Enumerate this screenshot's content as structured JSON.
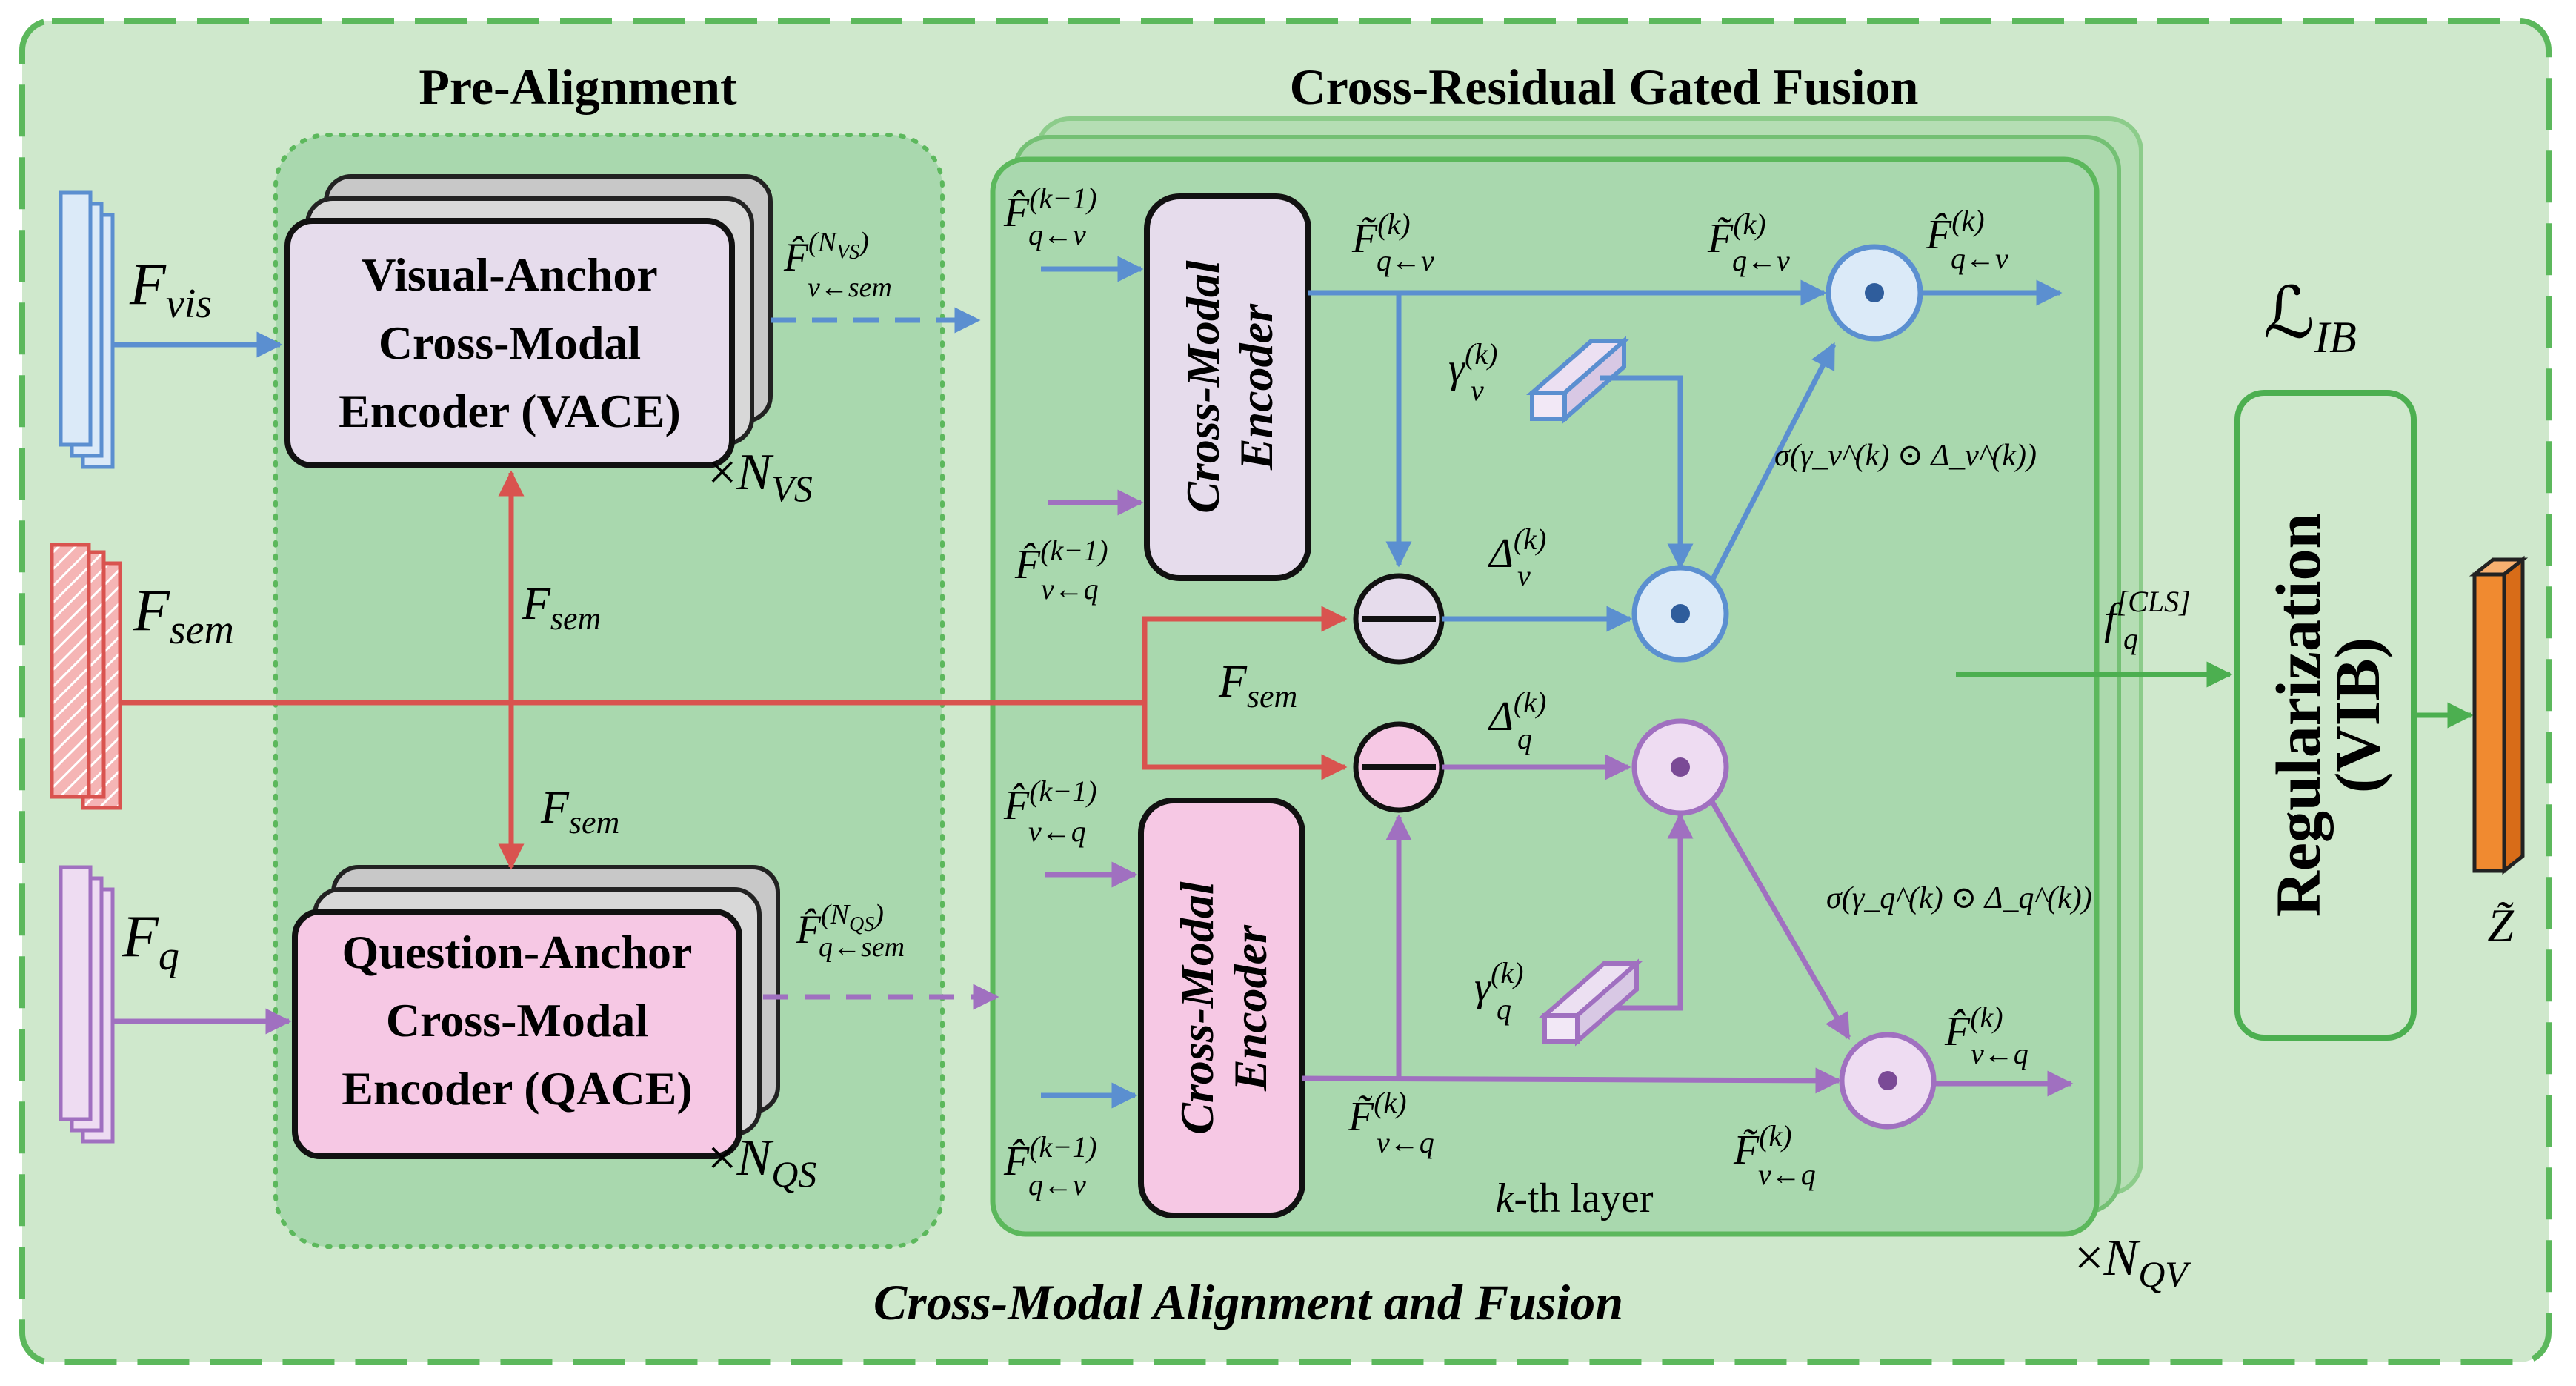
{
  "diagram": {
    "bottom_title": "Cross-Modal Alignment and Fusion",
    "pre_alignment": {
      "title": "Pre-Alignment",
      "vace": {
        "line1": "Visual-Anchor",
        "line2": "Cross-Modal",
        "line3": "Encoder (VACE)"
      },
      "qace": {
        "line1": "Question-Anchor",
        "line2": "Cross-Modal",
        "line3": "Encoder (QACE)"
      },
      "times_nvs": {
        "times": "×",
        "base": "N",
        "sub": "VS"
      },
      "times_nqs": {
        "times": "×",
        "base": "N",
        "sub": "QS"
      }
    },
    "crgf": {
      "title": "Cross-Residual Gated Fusion",
      "encoder_label_line1": "Cross-Modal",
      "encoder_label_line2": "Encoder",
      "layer_label_italic": "k",
      "layer_label_rest": "-th layer",
      "times_nqv": {
        "times": "×",
        "base": "N",
        "sub": "QV"
      }
    },
    "regularization": {
      "line1": "Regularization",
      "line2": "(VIB)"
    },
    "loss_label": {
      "script": "ℒ",
      "sub": "IB"
    },
    "inputs": {
      "f_vis": {
        "base": "F",
        "sub": "vis"
      },
      "f_sem": {
        "base": "F",
        "sub": "sem"
      },
      "f_q": {
        "base": "F",
        "sub": "q"
      }
    },
    "math": {
      "fsem": {
        "base": "F",
        "sub": "sem"
      },
      "f_v_sem_nvs": {
        "base": "F̂",
        "sup": "(N",
        "supsub": "VS",
        "supclose": ")",
        "sub": "v←sem"
      },
      "f_q_sem_nqs": {
        "base": "F̂",
        "sup": "(N",
        "supsub": "QS",
        "supclose": ")",
        "sub": "q←sem"
      },
      "fhat_q_v_km1": {
        "base": "F̂",
        "sup": "(k−1)",
        "sub": "q←v"
      },
      "fhat_v_q_km1": {
        "base": "F̂",
        "sup": "(k−1)",
        "sub": "v←q"
      },
      "ftilde_q_v_k": {
        "base": "F̃",
        "sup": "(k)",
        "sub": "q←v"
      },
      "ftilde_v_q_k": {
        "base": "F̃",
        "sup": "(k)",
        "sub": "v←q"
      },
      "fhat_q_v_k": {
        "base": "F̂",
        "sup": "(k)",
        "sub": "q←v"
      },
      "fhat_v_q_k": {
        "base": "F̂",
        "sup": "(k)",
        "sub": "v←q"
      },
      "gamma_v": {
        "base": "γ",
        "sup": "(k)",
        "sub": "v"
      },
      "gamma_q": {
        "base": "γ",
        "sup": "(k)",
        "sub": "q"
      },
      "delta_v": {
        "base": "Δ",
        "sup": "(k)",
        "sub": "v"
      },
      "delta_q": {
        "base": "Δ",
        "sup": "(k)",
        "sub": "q"
      },
      "sigma_v": "σ(γ_v^(k) ⊙ Δ_v^(k))",
      "sigma_q": "σ(γ_q^(k) ⊙ Δ_q^(k))",
      "f_cls": {
        "base": "f",
        "sup": "[CLS]",
        "sub": "q"
      },
      "z_tilde": "Z̃"
    },
    "colors": {
      "background": "#cfe8cc",
      "panel": "#a9d8ae",
      "border_green": "#5cb85c",
      "blue": "#5b8fd0",
      "red": "#d9534f",
      "purple": "#a070c0",
      "vace_fill": "#e6dcec",
      "qace_fill": "#f6c8e4",
      "orange": "#f08a30"
    }
  }
}
